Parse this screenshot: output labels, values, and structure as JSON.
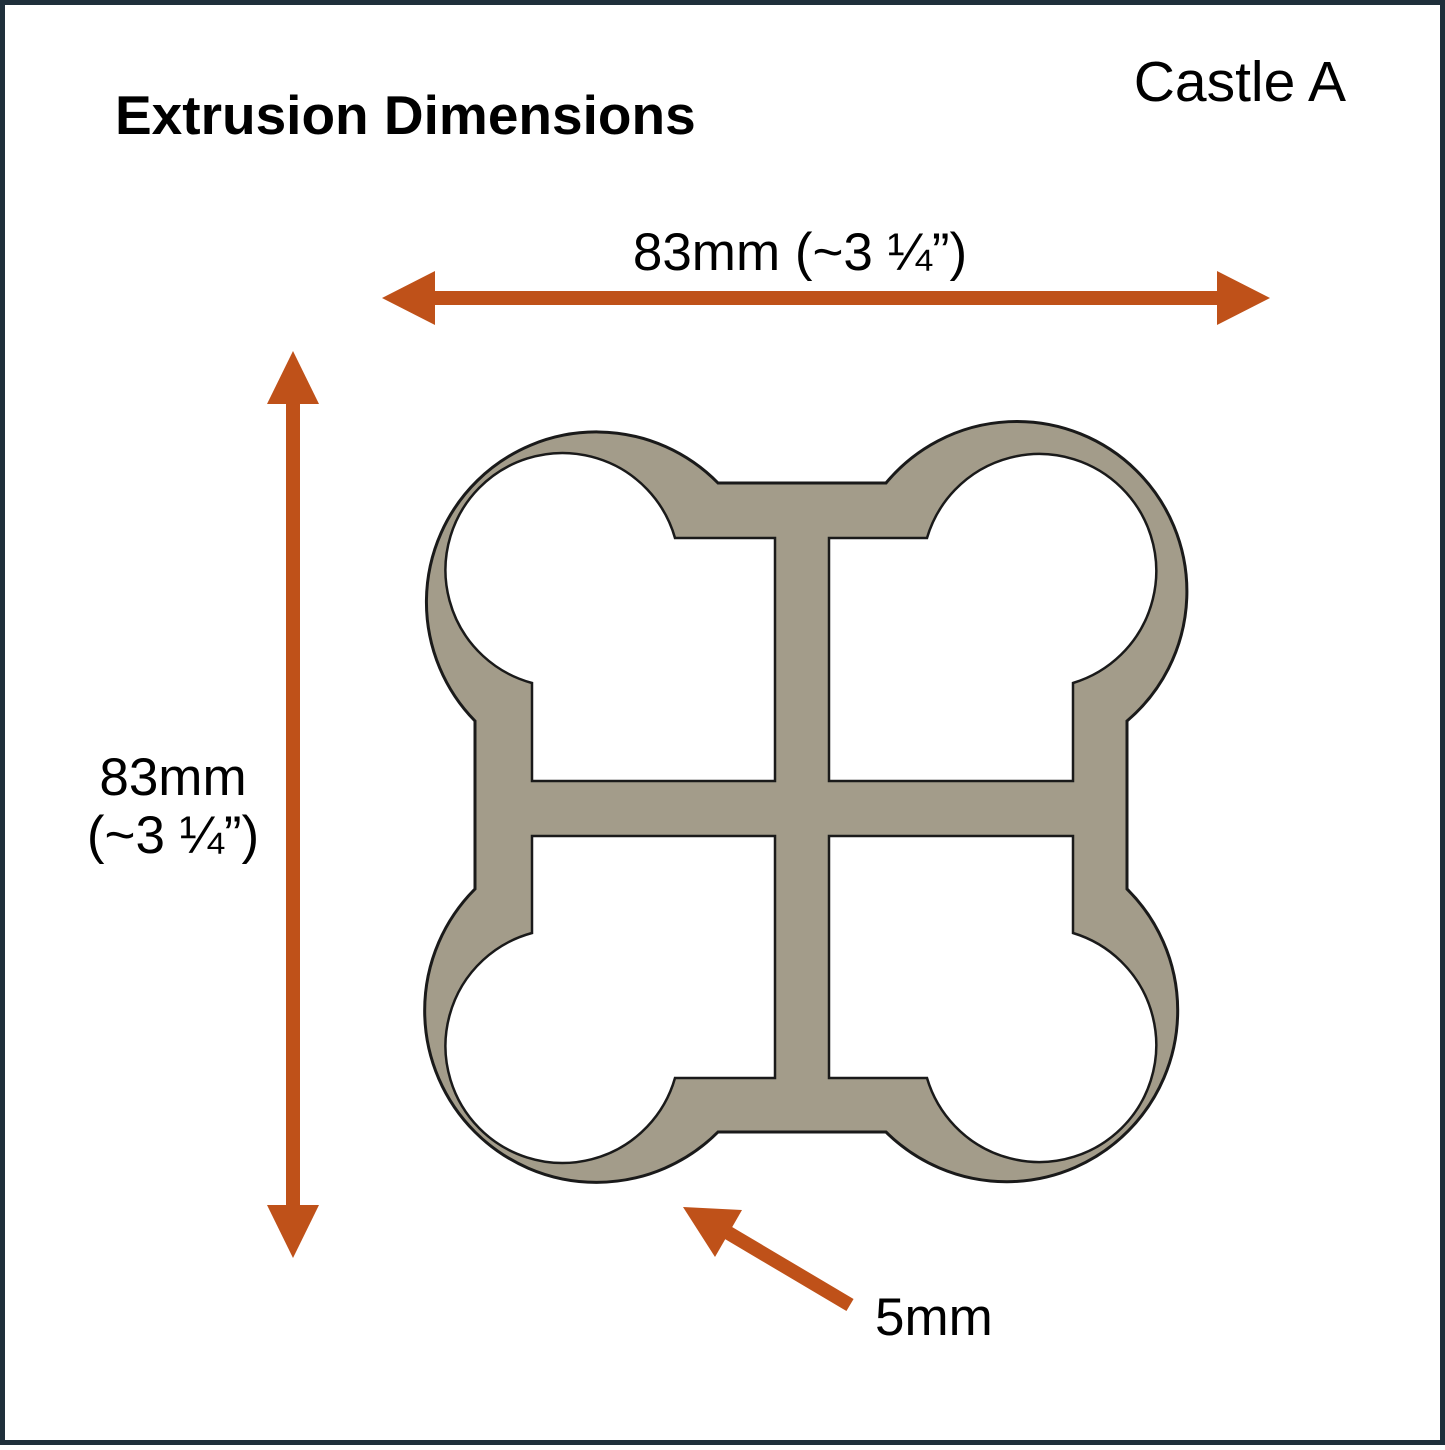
{
  "title": "Extrusion Dimensions",
  "variant": "Castle A",
  "dimensions": {
    "width_label": "83mm (~3 ¼”)",
    "height_label_line1": "83mm",
    "height_label_line2": "(~3 ¼”)",
    "wall_thickness_label": "5mm"
  },
  "colors": {
    "profile_fill": "#a39c8a",
    "profile_outline": "#1a1a1a",
    "arrow": "#bf5119",
    "border": "#1f2f3b"
  }
}
